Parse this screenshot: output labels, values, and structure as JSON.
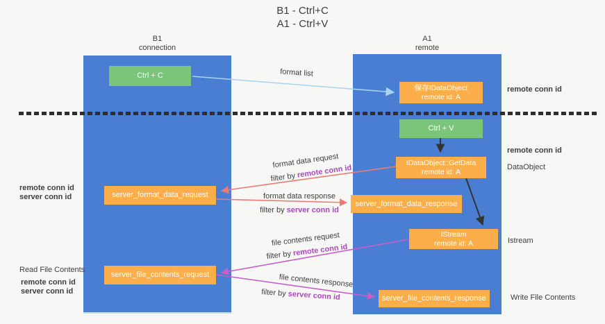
{
  "title": {
    "line1": "B1 - Ctrl+C",
    "line2": "A1 - Ctrl+V"
  },
  "columns": {
    "left": {
      "name": "B1",
      "role": "connection"
    },
    "right": {
      "name": "A1",
      "role": "remote"
    }
  },
  "boxes": {
    "ctrl_c": "Ctrl + C",
    "save_dataobject": {
      "line1": "保存IDataObject",
      "line2": "remote id: A"
    },
    "ctrl_v": "Ctrl + V",
    "getdata": {
      "line1": "IDataObject::GetData",
      "line2": "remote id: A"
    },
    "format_request": "server_format_data_request",
    "format_response": "server_format_data_response",
    "istream": {
      "line1": "IStream",
      "line2": "remote id: A"
    },
    "file_request": "server_file_contents_request",
    "file_response": "server_file_contents_response"
  },
  "arrow_labels": {
    "format_list": "format list",
    "format_data_request": "format data request",
    "format_data_response": "format data response",
    "file_contents_request": "file contents request",
    "file_contents_response": "file contents response",
    "filter_by": "filter by",
    "remote_conn_id": "remote conn id",
    "server_conn_id": "server conn id"
  },
  "side_labels": {
    "remote_conn_id": "remote conn id",
    "server_conn_id": "server conn id",
    "dataobject": "DataObject",
    "istream": "Istream",
    "read_file_contents": "Read File Contents",
    "write_file_contents": "Write File Contents"
  },
  "colors": {
    "lane_blue": "#4a7ed3",
    "box_green": "#79c579",
    "box_orange": "#fbae49",
    "arrow_light_blue": "#a9d3ee",
    "arrow_red": "#e97c74",
    "arrow_magenta": "#c75fc7",
    "arrow_black": "#333333",
    "text_purple": "#ab47bc",
    "text_green": "#57b75c",
    "background": "#f7f7f6"
  }
}
